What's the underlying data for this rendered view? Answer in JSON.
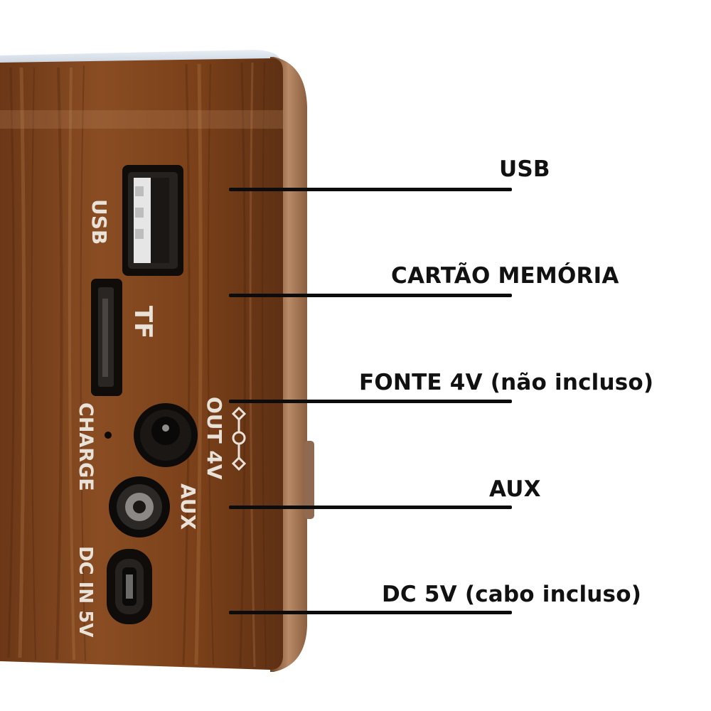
{
  "device": {
    "printed_labels": {
      "usb": "USB",
      "tf": "TF",
      "charge": "CHARGE",
      "out": "OUT 4V",
      "aux": "AUX",
      "dc_in": "DC IN 5V"
    }
  },
  "callouts": [
    {
      "id": "usb",
      "label": "USB"
    },
    {
      "id": "memory",
      "label": "CARTÃO MEMÓRIA"
    },
    {
      "id": "power",
      "label": "FONTE 4V (não incluso)"
    },
    {
      "id": "aux",
      "label": "AUX"
    },
    {
      "id": "dc",
      "label": "DC 5V (cabo incluso)"
    }
  ],
  "colors": {
    "wood_dark": "#5a2f14",
    "wood_mid": "#8a4f24",
    "wood_light": "#b07446",
    "edge": "#a07150",
    "port": "#151210",
    "label_text": "#111111"
  }
}
